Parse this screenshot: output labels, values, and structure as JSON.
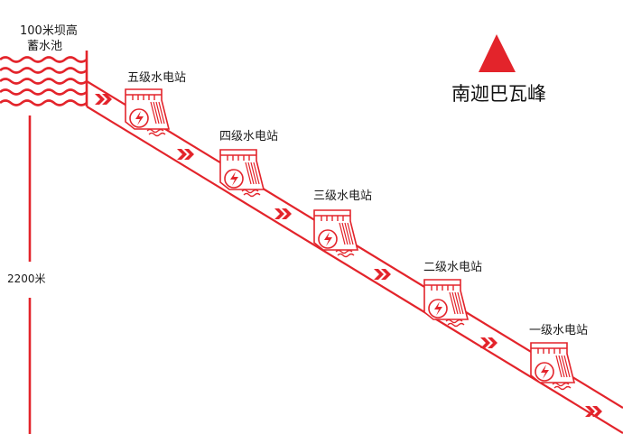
{
  "reservoir": {
    "height_label": "100米坝高",
    "name": "蓄水池"
  },
  "elevation": {
    "label": "2200米"
  },
  "peak": {
    "name": "南迦巴瓦峰"
  },
  "stations": [
    {
      "label": "五级水电站"
    },
    {
      "label": "四级水电站"
    },
    {
      "label": "三级水电站"
    },
    {
      "label": "二级水电站"
    },
    {
      "label": "一级水电站"
    }
  ],
  "colors": {
    "accent": "#e3242b",
    "text": "#1a1a1a"
  },
  "icons": {
    "flow_arrow": "double-chevron-right-icon",
    "station": "hydropower-station-icon",
    "peak": "mountain-triangle-icon",
    "water": "water-waves-icon"
  }
}
